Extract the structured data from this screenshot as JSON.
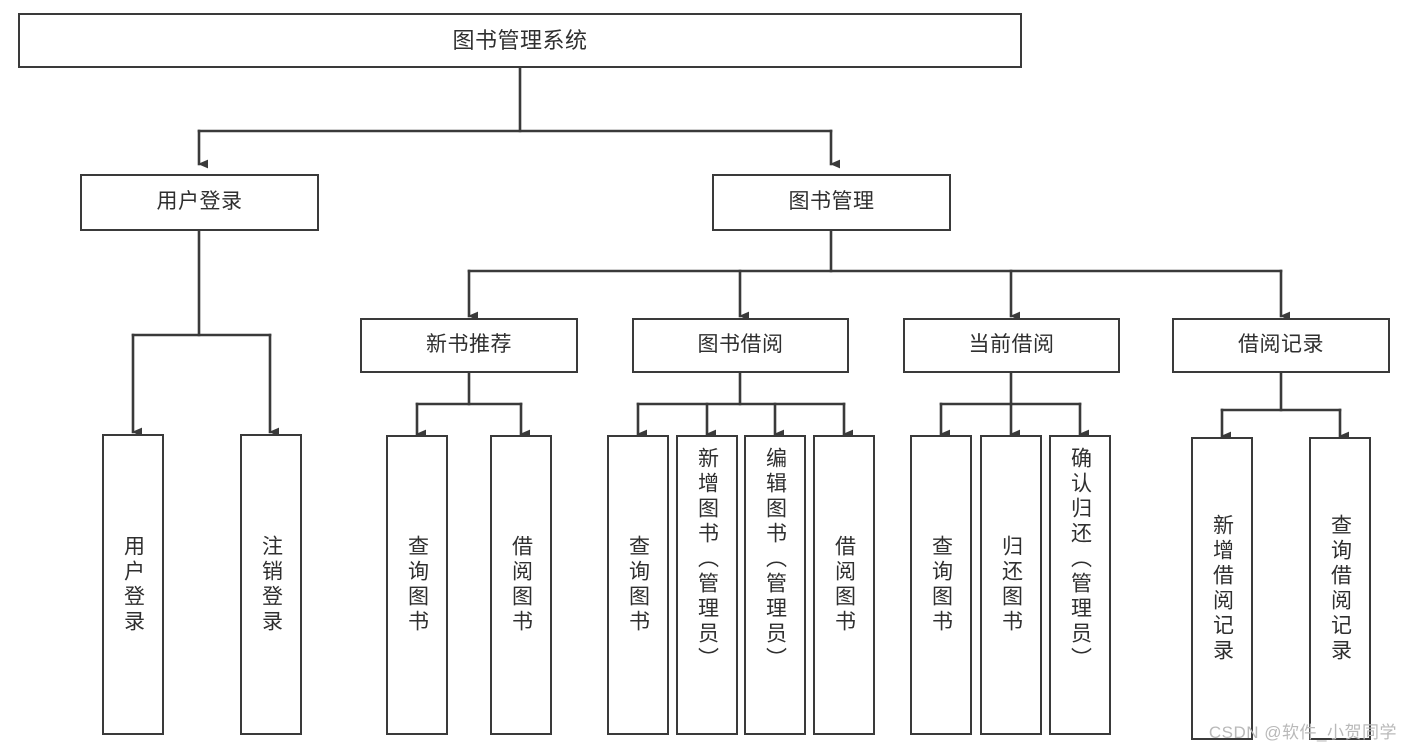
{
  "diagram": {
    "type": "tree",
    "title": "图书管理系统",
    "root": {
      "label": "图书管理系统"
    },
    "level2": [
      {
        "label": "用户登录"
      },
      {
        "label": "图书管理"
      }
    ],
    "level3": [
      {
        "label": "新书推荐"
      },
      {
        "label": "图书借阅"
      },
      {
        "label": "当前借阅"
      },
      {
        "label": "借阅记录"
      }
    ],
    "leaves": {
      "user_login": [
        {
          "label": "用户登录"
        },
        {
          "label": "注销登录"
        }
      ],
      "new_book_recommend": [
        {
          "label": "查询图书"
        },
        {
          "label": "借阅图书"
        }
      ],
      "book_borrow": [
        {
          "label": "查询图书"
        },
        {
          "label": "新增图书（管理员）"
        },
        {
          "label": "编辑图书（管理员）"
        },
        {
          "label": "借阅图书"
        }
      ],
      "current_borrow": [
        {
          "label": "查询图书"
        },
        {
          "label": "归还图书"
        },
        {
          "label": "确认归还（管理员）"
        }
      ],
      "borrow_record": [
        {
          "label": "新增借阅记录"
        },
        {
          "label": "查询借阅记录"
        }
      ]
    }
  },
  "watermark": {
    "text": "CSDN @软件_小贺同学"
  },
  "colors": {
    "box_border": "#3a3a3a",
    "box_fill": "#ffffff",
    "text": "#2f2f2f",
    "connector": "#3a3a3a",
    "watermark": "#b9b9b9",
    "background": "#ffffff"
  }
}
